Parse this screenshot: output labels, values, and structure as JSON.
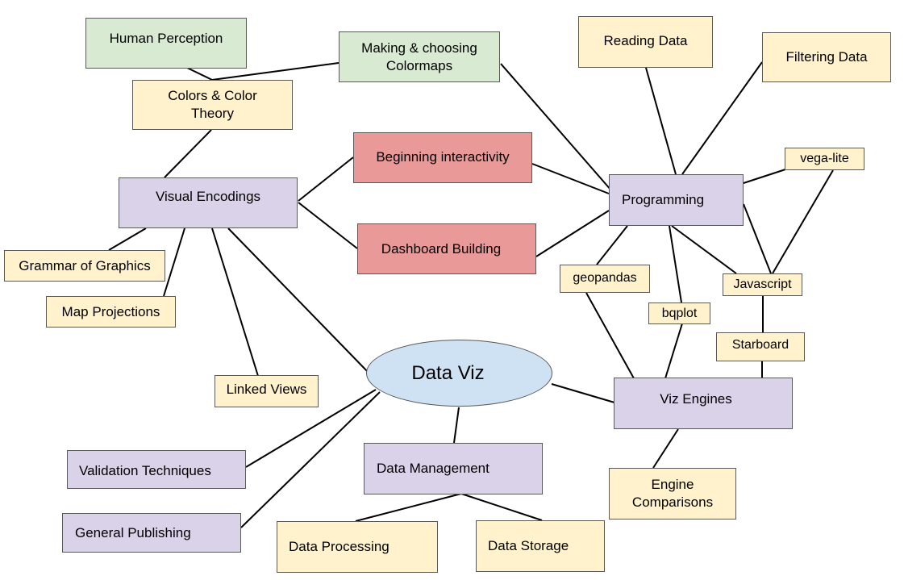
{
  "diagram": {
    "center": "Data Viz",
    "nodes": {
      "human_perception": "Human Perception",
      "making_choosing_colormaps": "Making & choosing\nColormaps",
      "colors_color_theory": "Colors & Color\nTheory",
      "visual_encodings": "Visual Encodings",
      "beginning_interactivity": "Beginning interactivity",
      "dashboard_building": "Dashboard Building",
      "grammar_of_graphics": "Grammar of Graphics",
      "map_projections": "Map Projections",
      "linked_views": "Linked Views",
      "reading_data": "Reading Data",
      "filtering_data": "Filtering Data",
      "programming": "Programming",
      "vega_lite": "vega-lite",
      "geopandas": "geopandas",
      "javascript": "Javascript",
      "bqplot": "bqplot",
      "starboard": "Starboard",
      "viz_engines": "Viz Engines",
      "engine_comparisons": "Engine\nComparisons",
      "validation_techniques": "Validation Techniques",
      "general_publishing": "General Publishing",
      "data_management": "Data Management",
      "data_processing": "Data Processing",
      "data_storage": "Data Storage"
    },
    "colors": {
      "yellow_fill": "#fff2cc",
      "green_fill": "#d9ead3",
      "purple_fill": "#d9d2e9",
      "red_fill": "#ea9999",
      "center_fill": "#cfe2f3",
      "border": "#595959",
      "connector": "#000000"
    }
  }
}
